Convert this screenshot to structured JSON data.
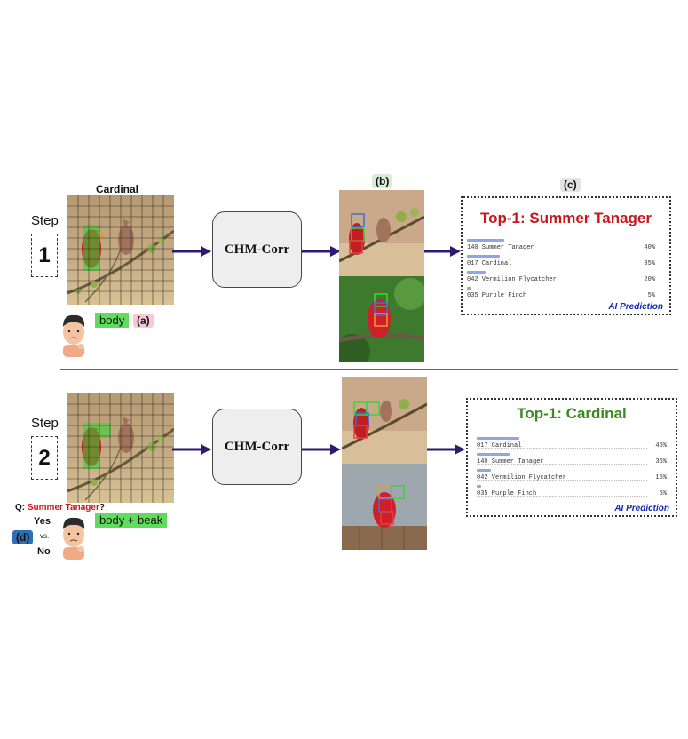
{
  "step1": {
    "step_word": "Step",
    "step_number": "1",
    "image_caption": "Cardinal",
    "feedback_tag": "body",
    "label_a": "(a)",
    "label_b": "(b)",
    "label_c": "(c)",
    "model_label": "CHM-Corr",
    "prediction": {
      "title": "Top-1: Summer Tanager",
      "title_color": "#c8181e",
      "rows": [
        {
          "label": "140 Summer Tanager",
          "pct": "40%",
          "value": 40
        },
        {
          "label": "017 Cardinal",
          "pct": "35%",
          "value": 35
        },
        {
          "label": "042 Vermilion Flycatcher",
          "pct": "20%",
          "value": 20
        },
        {
          "label": "035 Purple Finch",
          "pct": "5%",
          "value": 5
        }
      ],
      "footer": "AI Prediction"
    }
  },
  "step2": {
    "step_word": "Step",
    "step_number": "2",
    "feedback_tag": "body + beak",
    "question_prefix": "Q:",
    "question_species": "Summer Tanager",
    "question_suffix": "?",
    "yes_label": "Yes",
    "vs_label": "vs.",
    "no_label": "No",
    "label_d": "(d)",
    "model_label": "CHM-Corr",
    "prediction": {
      "title": "Top-1: Cardinal",
      "title_color": "#3a8a1e",
      "rows": [
        {
          "label": "017 Cardinal",
          "pct": "45%",
          "value": 45
        },
        {
          "label": "140 Summer Tanager",
          "pct": "35%",
          "value": 35
        },
        {
          "label": "042 Vermilion Flycatcher",
          "pct": "15%",
          "value": 15
        },
        {
          "label": "035 Purple Finch",
          "pct": "5%",
          "value": 5
        }
      ],
      "footer": "AI Prediction"
    }
  },
  "colors": {
    "arrow": "#2e1a6e",
    "highlight_green": "#5fdc5b",
    "bar": "#8ea7e3",
    "ai_prediction_text": "#1428b8",
    "question_species": "#c8181e"
  }
}
